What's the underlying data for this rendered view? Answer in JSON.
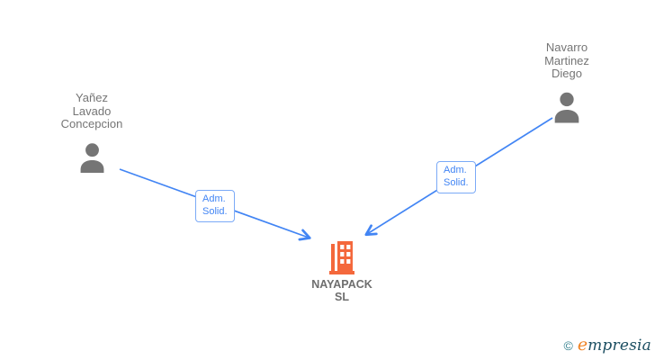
{
  "diagram": {
    "type": "corporate-relationship-graph",
    "background_color": "#ffffff",
    "nodes": {
      "person_left": {
        "kind": "person",
        "label_lines": [
          "Yañez",
          "Lavado",
          "Concepcion"
        ],
        "icon": "person-icon",
        "icon_color": "#757575",
        "label_color": "#757575"
      },
      "person_right": {
        "kind": "person",
        "label_lines": [
          "Navarro",
          "Martinez",
          "Diego"
        ],
        "icon": "person-icon",
        "icon_color": "#757575",
        "label_color": "#757575"
      },
      "company": {
        "kind": "company",
        "label_lines": [
          "NAYAPACK",
          "SL"
        ],
        "icon": "building-icon",
        "icon_color": "#f4683c",
        "label_color": "#6e6e6e"
      }
    },
    "edges": [
      {
        "from": "person_left",
        "to": "company",
        "label_lines": [
          "Adm.",
          "Solid."
        ],
        "line_color": "#4285f4",
        "label_text_color": "#4285f4",
        "label_border_color": "#7baaf7",
        "arrowhead": "chevron-at-target"
      },
      {
        "from": "person_right",
        "to": "company",
        "label_lines": [
          "Adm.",
          "Solid."
        ],
        "line_color": "#4285f4",
        "label_text_color": "#4285f4",
        "label_border_color": "#7baaf7",
        "arrowhead": "chevron-at-target"
      }
    ]
  },
  "footer": {
    "copyright_symbol": "©",
    "brand_initial": "e",
    "brand_rest": "mpresia",
    "copyright_color": "#35818f",
    "brand_initial_color": "#ef8324",
    "brand_rest_color": "#1d4f62"
  }
}
